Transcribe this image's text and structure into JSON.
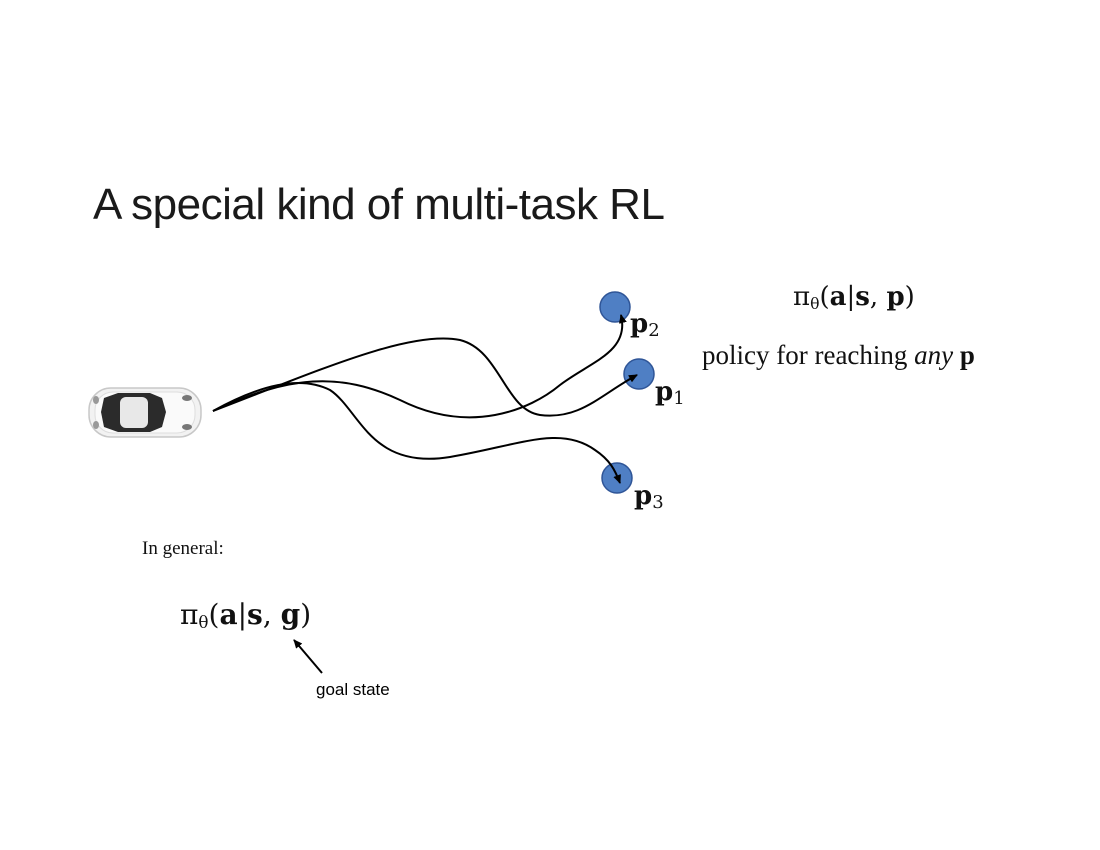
{
  "title": "A special kind of multi-task RL",
  "eq_right": {
    "pi": "π",
    "sub": "θ",
    "open": "(",
    "a": "a",
    "bar": "|",
    "s": "s",
    "comma": ", ",
    "p": "p",
    "close": ")"
  },
  "policy_text": {
    "prefix": "policy for reaching ",
    "any": "any",
    "p": "p"
  },
  "goals": [
    {
      "label": "p",
      "index": "2"
    },
    {
      "label": "p",
      "index": "1"
    },
    {
      "label": "p",
      "index": "3"
    }
  ],
  "in_general": "In general:",
  "eq_left": {
    "pi": "π",
    "sub": "θ",
    "open": "(",
    "a": "a",
    "bar": "|",
    "s": "s",
    "comma": ", ",
    "g": "g",
    "close": ")"
  },
  "annotation": "goal state",
  "colors": {
    "goal_fill": "#4f7fc4",
    "goal_stroke": "#2f5597",
    "path": "#000000"
  }
}
